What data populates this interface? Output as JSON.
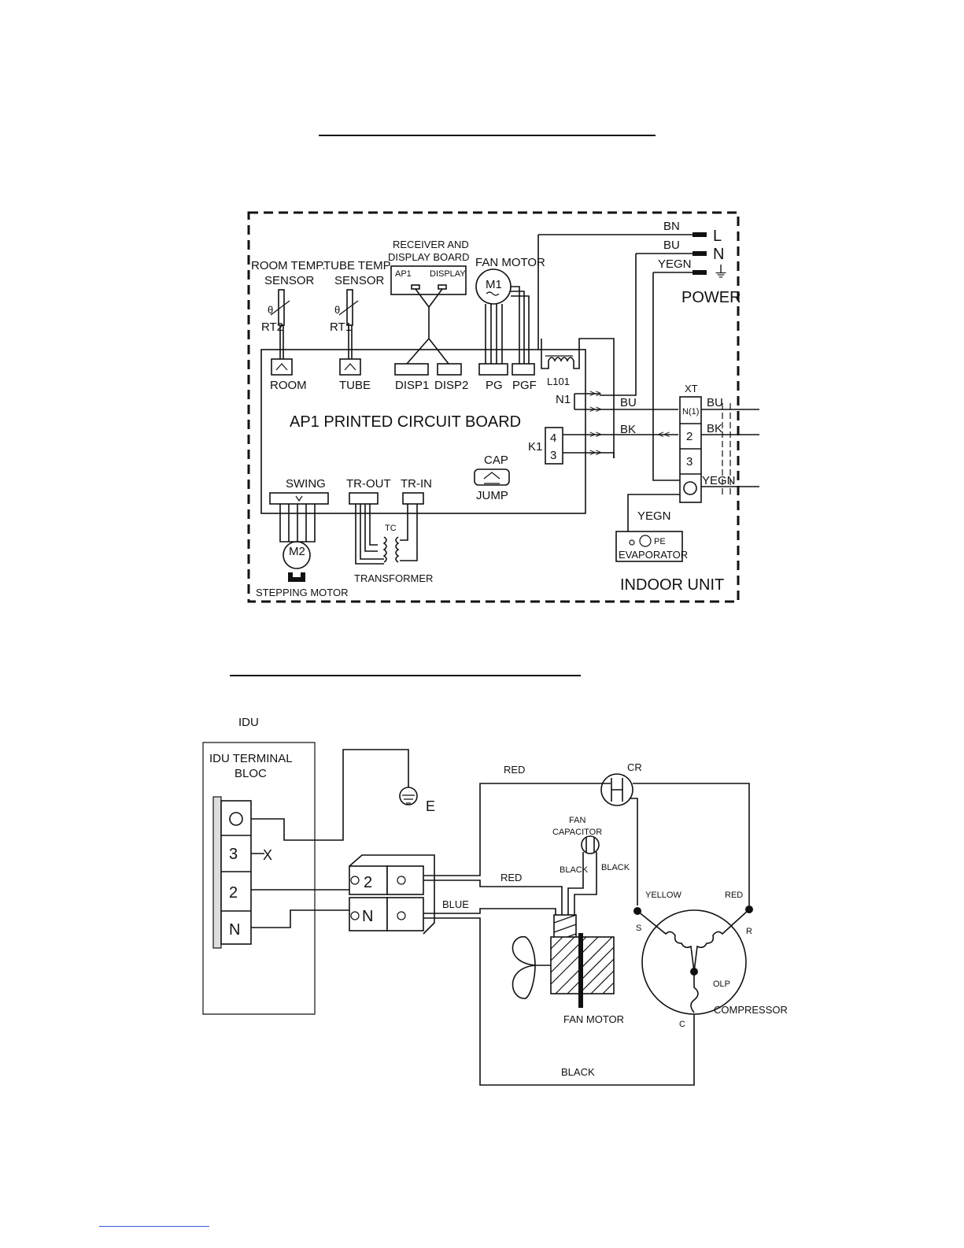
{
  "indoor": {
    "sections": {
      "room_sensor": "ROOM TEMP.",
      "room_sensor2": "SENSOR",
      "tube_sensor": "TUBE TEMP.",
      "tube_sensor2": "SENSOR",
      "receiver": "RECEIVER AND",
      "receiver2": "DISPLAY BOARD",
      "ap1_small": "AP1",
      "display_small": "DISPLAY",
      "fan_motor": "FAN MOTOR",
      "m1": "M1",
      "rt2": "RT2",
      "rt1": "RT1",
      "theta": "θ"
    },
    "connectors": {
      "room": "ROOM",
      "tube": "TUBE",
      "disp1": "DISP1",
      "disp2": "DISP2",
      "pg": "PG",
      "pgf": "PGF",
      "l101": "L101",
      "n1": "N1",
      "k1": "K1",
      "k1_4": "4",
      "k1_3": "3",
      "swing": "SWING",
      "tr_out": "TR-OUT",
      "tr_in": "TR-IN",
      "cap": "CAP",
      "jump": "JUMP",
      "tc": "TC"
    },
    "board_title": "AP1 PRINTED CIRCUIT BOARD",
    "power": {
      "bn": "BN",
      "bu": "BU",
      "yegn": "YEGN",
      "l": "L",
      "n": "N",
      "ground_symbol": "⏚",
      "label": "POWER"
    },
    "xt": {
      "label": "XT",
      "t1": "N(1)",
      "t2": "2",
      "t3": "3",
      "bu_in": "BU",
      "bk_in": "BK",
      "bu_out": "BU",
      "bk_out": "BK",
      "yegn_out": "YEGN"
    },
    "evaporator": {
      "yegn": "YEGN",
      "pe": "PE",
      "label": "EVAPORATOR"
    },
    "m2": "M2",
    "stepping_motor": "STEPPING MOTOR",
    "transformer": "TRANSFORMER",
    "indoor_unit": "INDOOR UNIT"
  },
  "outdoor": {
    "idu": "IDU",
    "terminal_block": "IDU TERMINAL",
    "terminal_block2": "BLOC",
    "terminals": [
      "3",
      "2",
      "N"
    ],
    "x_mark": "X",
    "e": "E",
    "block_2": "2",
    "block_n": "N",
    "red_top": "RED",
    "cr": "CR",
    "fan_capacitor": "FAN",
    "fan_capacitor2": "CAPACITOR",
    "black_1": "BLACK",
    "black_2": "BLACK",
    "red_mid": "RED",
    "blue": "BLUE",
    "yellow": "YELLOW",
    "red_right": "RED",
    "s": "S",
    "r": "R",
    "olp": "OLP",
    "c": "C",
    "compressor": "COMPRESSOR",
    "fan_motor": "FAN MOTOR",
    "black_bottom": "BLACK"
  }
}
